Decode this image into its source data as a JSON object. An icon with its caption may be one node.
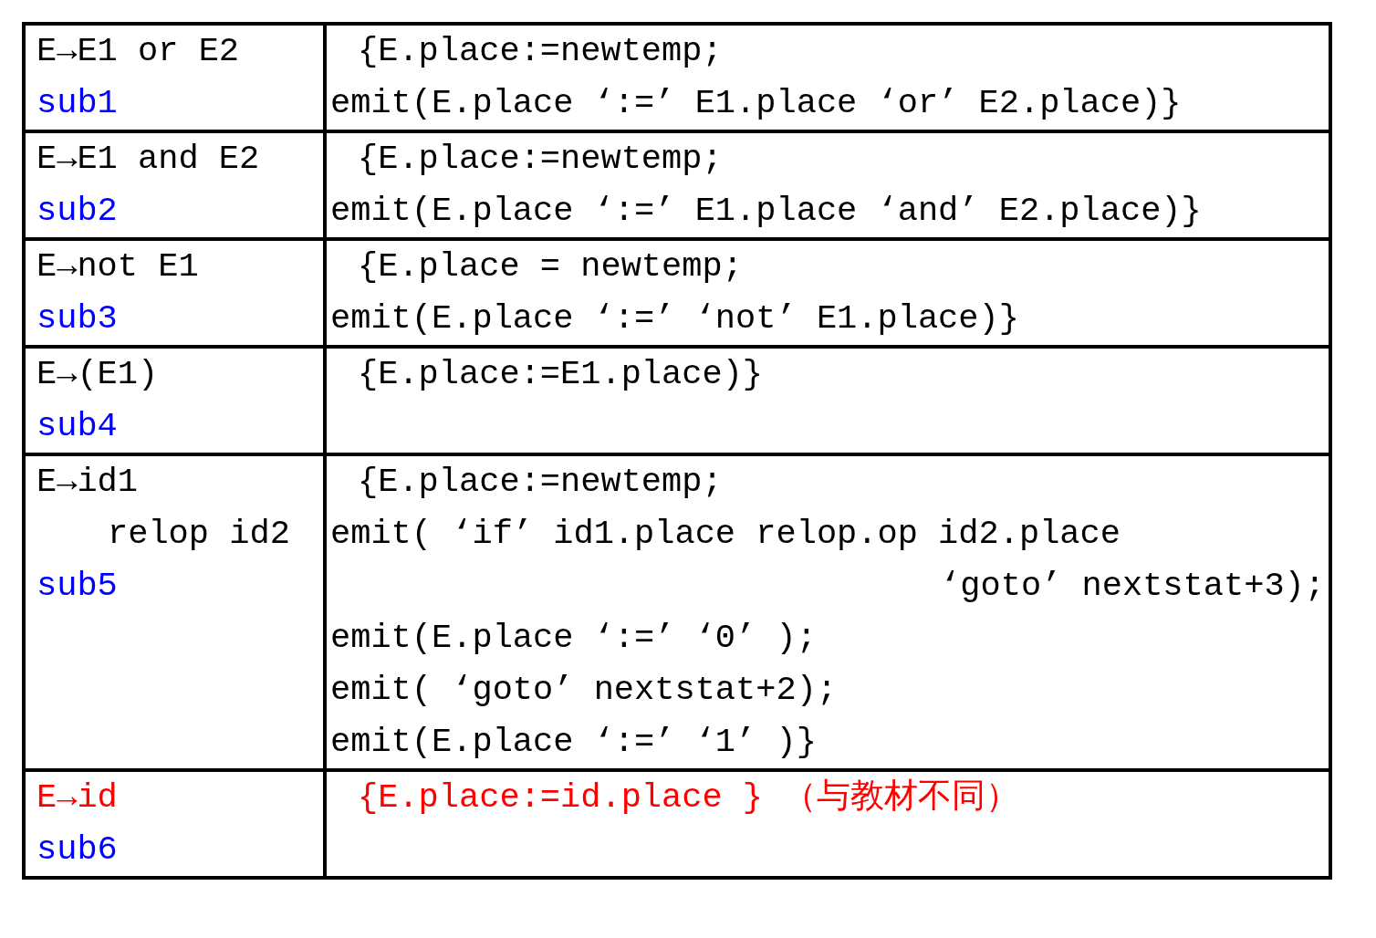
{
  "diagram": {
    "labels": [
      "E→E1 or E2",
      "sub1",
      "{E.place:=newtemp;",
      "emit(E.place ‘:=’ E1.place ‘or’ E2.place)}",
      "E→E1 and E2",
      "sub2",
      "{E.place:=newtemp;",
      "emit(E.place ‘:=’ E1.place ‘and’ E2.place)}",
      "E→not E1",
      "sub3",
      "{E.place = newtemp;",
      "emit(E.place ‘:=’ ‘not’ E1.place)}",
      "E→(E1)",
      "sub4",
      "{E.place:=E1.place)}",
      "E→id1 relop id2",
      "sub5",
      "{E.place:=newtemp;",
      "emit( ‘if’ id1.place relop.op id2.place ‘goto’ nextstat+3);",
      "emit(E.place ‘:=’ ‘0’ );",
      "emit( ‘goto’ nextstat+2);",
      "emit(E.place ‘:=’ ‘1’ )}",
      "E→id",
      "sub6",
      "{E.place:=id.place } （与教材不同）"
    ]
  }
}
